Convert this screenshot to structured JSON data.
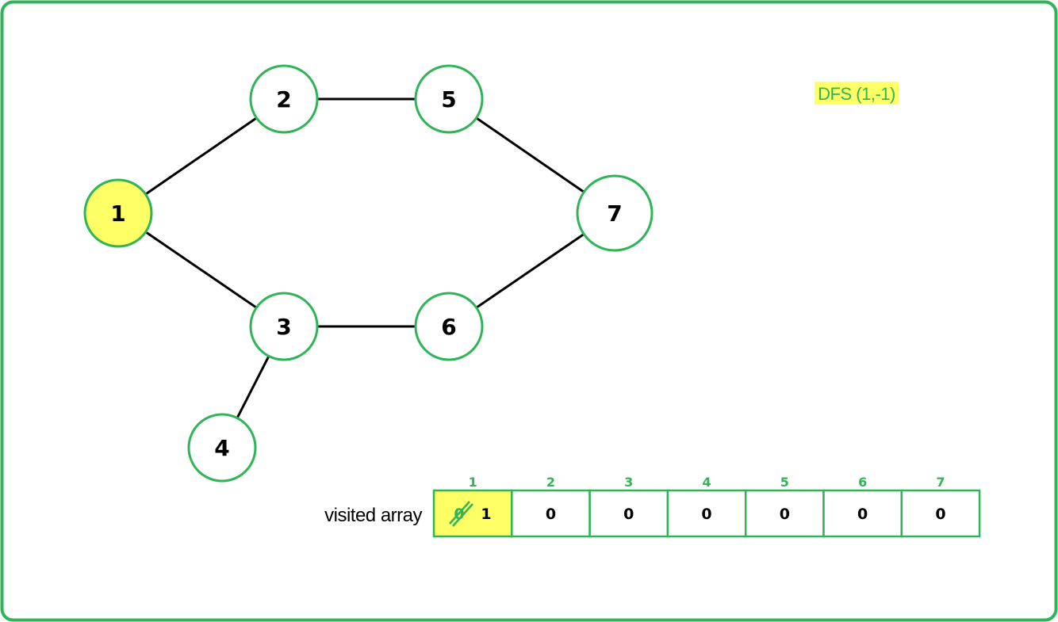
{
  "colors": {
    "frame": "#2fb457",
    "node_border": "#2fb457",
    "node_fill": "#ffffff",
    "highlight": "#ffff66",
    "edge": "#000000",
    "array_border": "#2fb457"
  },
  "call": {
    "label": "DFS (1,-1)"
  },
  "graph": {
    "nodes": [
      {
        "id": "1",
        "label": "1",
        "highlighted": true
      },
      {
        "id": "2",
        "label": "2",
        "highlighted": false
      },
      {
        "id": "3",
        "label": "3",
        "highlighted": false
      },
      {
        "id": "4",
        "label": "4",
        "highlighted": false
      },
      {
        "id": "5",
        "label": "5",
        "highlighted": false
      },
      {
        "id": "6",
        "label": "6",
        "highlighted": false
      },
      {
        "id": "7",
        "label": "7",
        "highlighted": false
      }
    ],
    "edges": [
      [
        "1",
        "2"
      ],
      [
        "1",
        "3"
      ],
      [
        "2",
        "5"
      ],
      [
        "3",
        "6"
      ],
      [
        "3",
        "4"
      ],
      [
        "5",
        "7"
      ],
      [
        "6",
        "7"
      ]
    ]
  },
  "visited": {
    "caption": "visited array",
    "indices": [
      "1",
      "2",
      "3",
      "4",
      "5",
      "6",
      "7"
    ],
    "cells": [
      {
        "value": "1",
        "previous": "0",
        "highlighted": true
      },
      {
        "value": "0",
        "previous": "",
        "highlighted": false
      },
      {
        "value": "0",
        "previous": "",
        "highlighted": false
      },
      {
        "value": "0",
        "previous": "",
        "highlighted": false
      },
      {
        "value": "0",
        "previous": "",
        "highlighted": false
      },
      {
        "value": "0",
        "previous": "",
        "highlighted": false
      },
      {
        "value": "0",
        "previous": "",
        "highlighted": false
      }
    ]
  }
}
